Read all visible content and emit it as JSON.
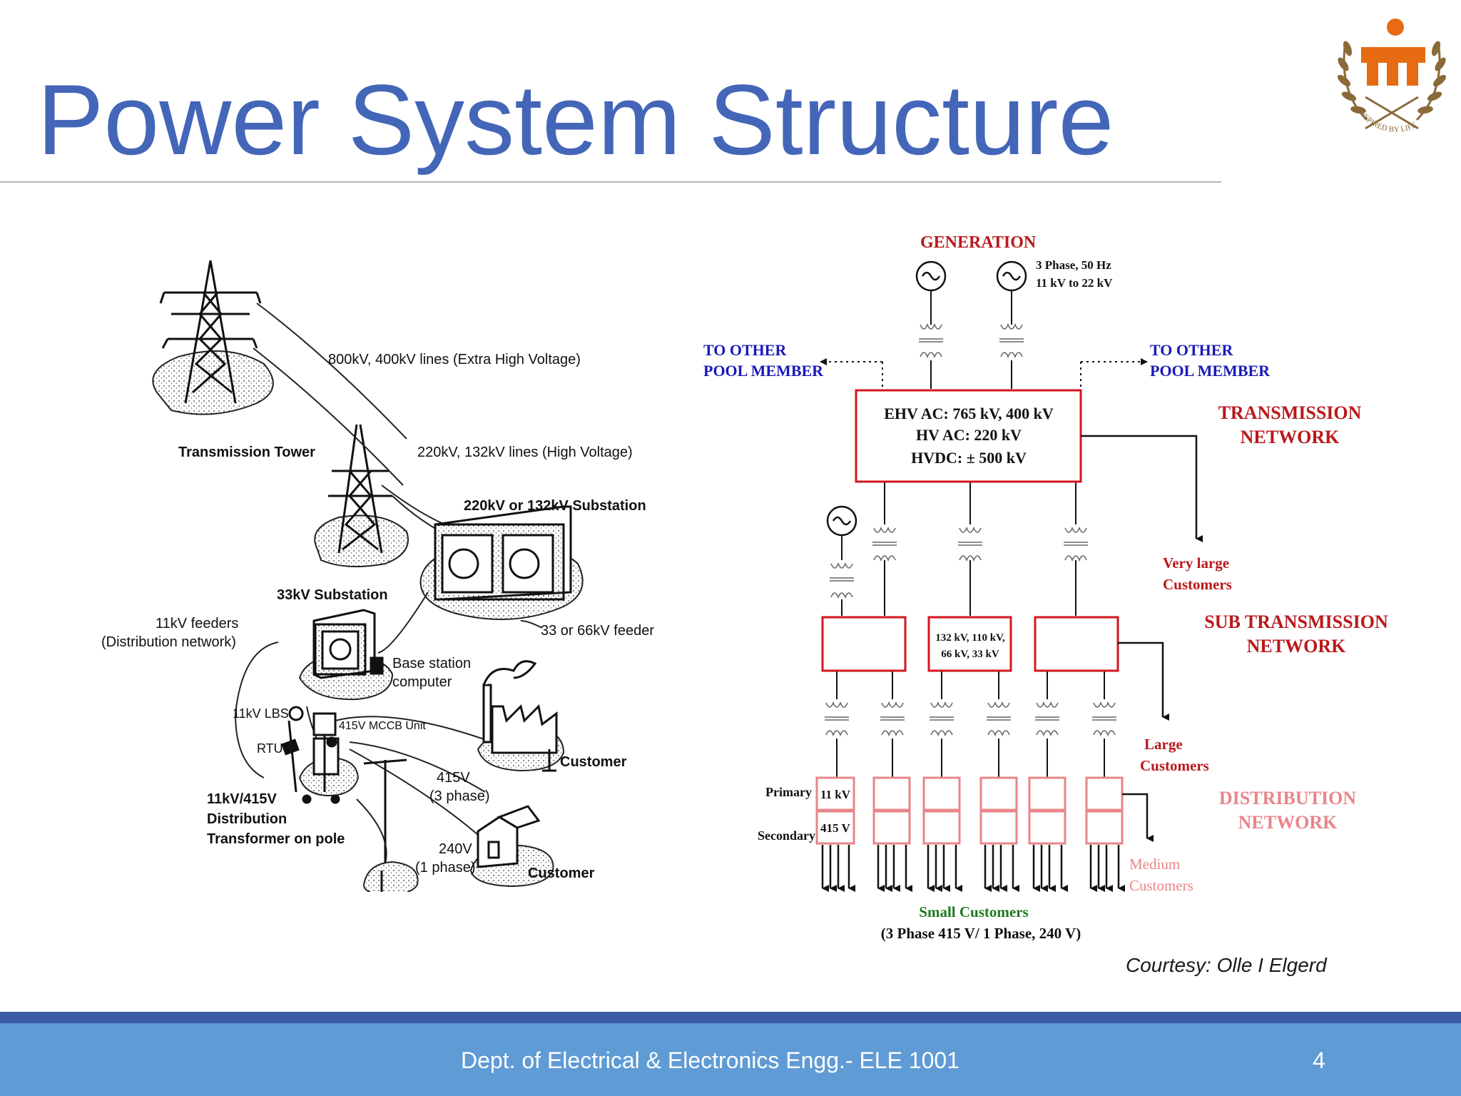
{
  "slide": {
    "title": "Power System Structure",
    "footer_text": "Dept. of Electrical & Electronics Engg.- ELE 1001",
    "page_number": "4",
    "courtesy": "Courtesy: Olle I Elgerd",
    "logo_motto": "INSPIRED BY LIFE"
  },
  "illustration": {
    "ehv_lines": "800kV, 400kV lines (Extra High Voltage)",
    "transmission_tower": "Transmission Tower",
    "hv_lines": "220kV, 132kV lines (High Voltage)",
    "substation_220": "220kV or 132kV Substation",
    "substation_33": "33kV Substation",
    "feeders_11kv_1": "11kV feeders",
    "feeders_11kv_2": "(Distribution network)",
    "feeder_33_66": "33 or 66kV feeder",
    "base_station_1": "Base station",
    "base_station_2": "computer",
    "lbs": "11kV LBS",
    "mccb": "415V MCCB Unit",
    "rtu": "RTU",
    "customer_industrial": "Customer",
    "v415": "415V",
    "phase3": "(3 phase)",
    "dist_transformer_1": "11kV/415V",
    "dist_transformer_2": "Distribution",
    "dist_transformer_3": "Transformer on pole",
    "v240": "240V",
    "phase1": "(1 phase)",
    "customer_house": "Customer"
  },
  "diagram": {
    "generation": "GENERATION",
    "gen_spec_1": "3 Phase, 50 Hz",
    "gen_spec_2": "11 kV to 22 kV",
    "to_other_left_1": "TO OTHER",
    "to_other_left_2": "POOL MEMBER",
    "to_other_right_1": "TO OTHER",
    "to_other_right_2": "POOL MEMBER",
    "trans_box_1": "EHV AC: 765 kV, 400 kV",
    "trans_box_2": "HV AC: 220 kV",
    "trans_box_3": "HVDC: ± 500 kV",
    "transmission_network_1": "TRANSMISSION",
    "transmission_network_2": "NETWORK",
    "very_large_1": "Very large",
    "very_large_2": "Customers",
    "sub_box_1": "132 kV, 110 kV,",
    "sub_box_2": "66 kV, 33 kV",
    "sub_transmission_1": "SUB TRANSMISSION",
    "sub_transmission_2": "NETWORK",
    "large_1": "Large",
    "large_2": "Customers",
    "primary": "Primary",
    "secondary": "Secondary",
    "kv11": "11 kV",
    "v415": "415 V",
    "distribution_network_1": "DISTRIBUTION",
    "distribution_network_2": "NETWORK",
    "medium_1": "Medium",
    "medium_2": "Customers",
    "small_customers": "Small Customers",
    "small_spec": "(3 Phase 415 V/ 1 Phase, 240 V)"
  },
  "colors": {
    "title_blue": "#4466b8",
    "network_red": "#b8191c",
    "box_red": "#d4161b",
    "pool_blue": "#1a1ab8",
    "dist_pink": "#e9858a",
    "small_green": "#1e7a1e",
    "footer_bar": "#5f9bd5",
    "footer_stripe": "#3d5ca6"
  }
}
